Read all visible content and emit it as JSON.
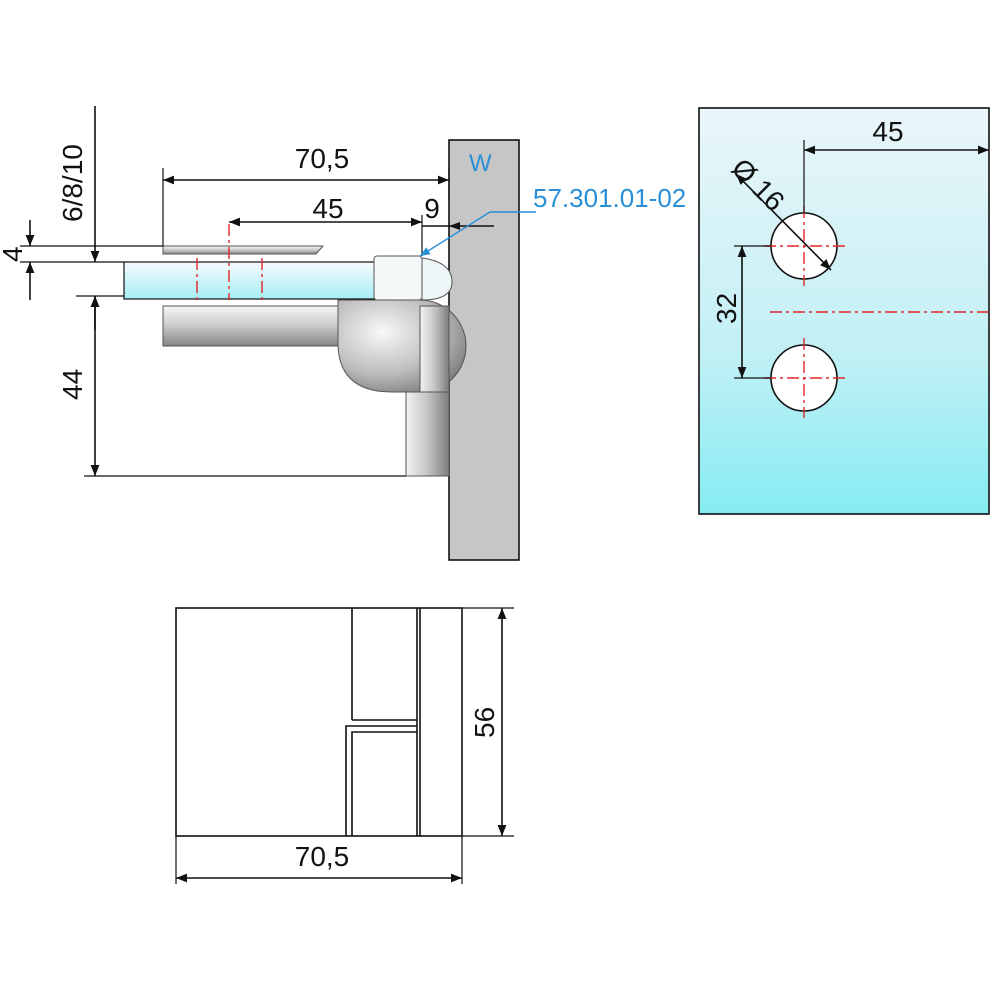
{
  "side_view": {
    "wall_label": "W",
    "part_number": "57.301.01-02",
    "dim_glass_thickness": "6/8/10",
    "dim_clamp_offset": "4",
    "dim_overall_width": "70,5",
    "dim_hole_distance": "45",
    "dim_wall_gap": "9",
    "dim_height": "44"
  },
  "glass_panel": {
    "dim_hole_edge": "45",
    "dim_hole_diameter": "Ø 16",
    "dim_hole_spacing": "32"
  },
  "top_view": {
    "dim_height": "56",
    "dim_width": "70,5"
  },
  "colors": {
    "glass_top": "#eaf6fa",
    "glass_bottom": "#86ecf3",
    "wall_fill": "#c6c6c6",
    "metal_light": "#f2f2f2",
    "metal_dark": "#8c8c8c",
    "reference_blue": "#2a8fd6",
    "center_line_red": "#e0262b"
  }
}
